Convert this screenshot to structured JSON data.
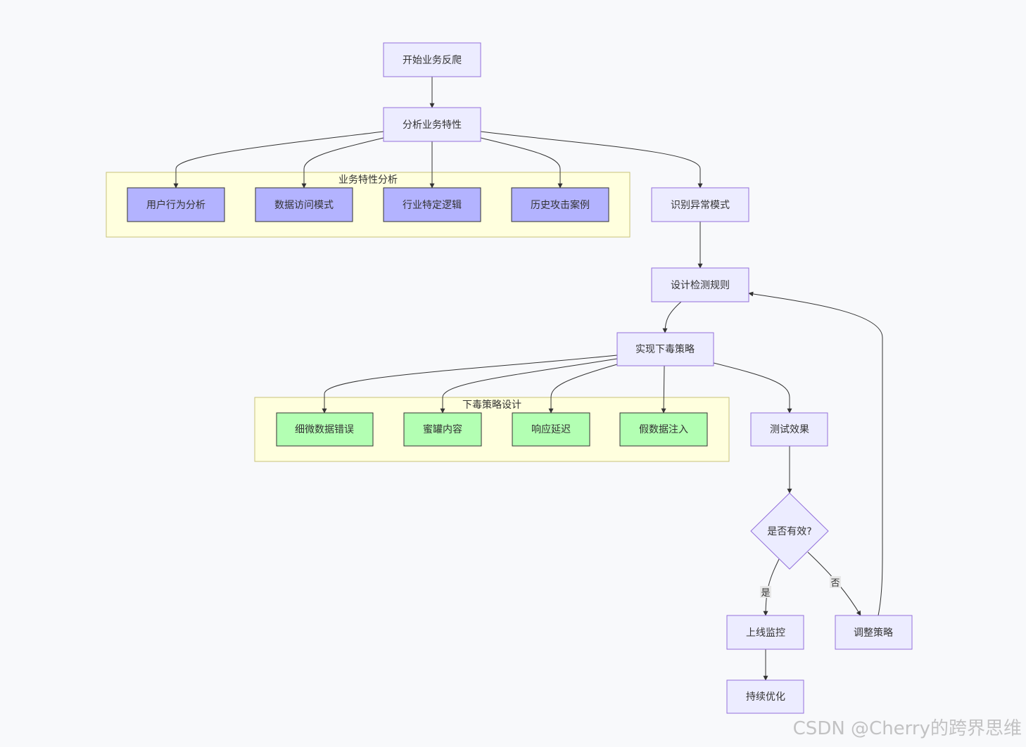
{
  "nodes": {
    "start": "开始业务反爬",
    "analyze": "分析业务特性",
    "user_behavior": "用户行为分析",
    "data_access": "数据访问模式",
    "industry_logic": "行业特定逻辑",
    "history_cases": "历史攻击案例",
    "identify": "识别异常模式",
    "design_rules": "设计检测规则",
    "implement": "实现下毒策略",
    "subtle_error": "细微数据错误",
    "honeypot": "蜜罐内容",
    "delay": "响应延迟",
    "fake_data": "假数据注入",
    "test": "测试效果",
    "decision": "是否有效?",
    "online": "上线监控",
    "adjust": "调整策略",
    "optimize": "持续优化"
  },
  "clusters": {
    "business": "业务特性分析",
    "poison": "下毒策略设计"
  },
  "edge_labels": {
    "yes": "是",
    "no": "否"
  },
  "watermark": "CSDN @Cherry的跨界思维",
  "colors": {
    "default_fill": "#ececff",
    "default_stroke": "#9370db",
    "business_fill": "#b3b3ff",
    "poison_fill": "#b3ffb3",
    "cluster_fill": "#ffffde"
  }
}
